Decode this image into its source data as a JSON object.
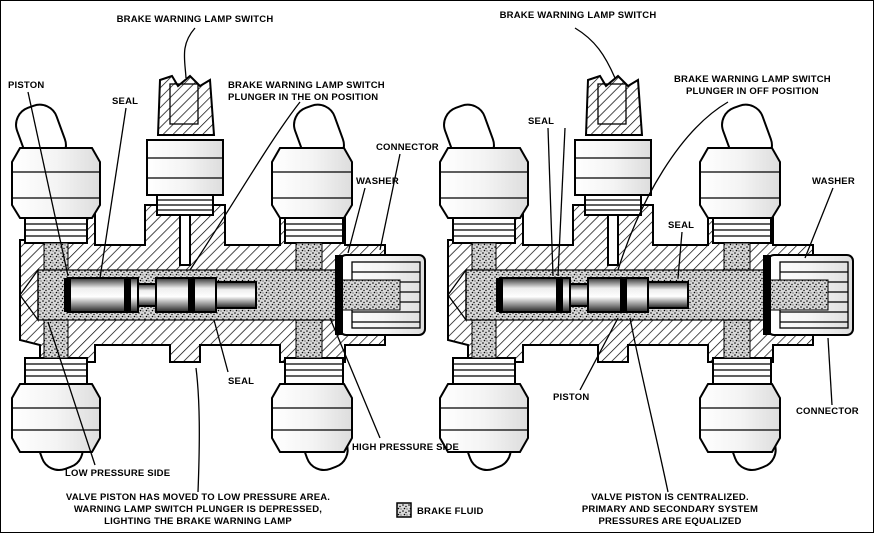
{
  "left_valve": {
    "labels": {
      "lamp_switch": "BRAKE WARNING LAMP SWITCH",
      "piston": "PISTON",
      "seal_top": "SEAL",
      "plunger_1": "BRAKE WARNING LAMP SWITCH",
      "plunger_2": "PLUNGER IN THE ON POSITION",
      "connector": "CONNECTOR",
      "washer": "WASHER",
      "seal_bottom": "SEAL",
      "low_pressure": "LOW PRESSURE SIDE",
      "high_pressure": "HIGH PRESSURE SIDE"
    },
    "caption": [
      "VALVE PISTON HAS MOVED TO LOW PRESSURE AREA.",
      "WARNING LAMP SWITCH PLUNGER IS DEPRESSED,",
      "LIGHTING THE BRAKE WARNING LAMP"
    ]
  },
  "right_valve": {
    "labels": {
      "lamp_switch": "BRAKE WARNING LAMP SWITCH",
      "plunger_1": "BRAKE WARNING LAMP SWITCH",
      "plunger_2": "PLUNGER IN OFF POSITION",
      "seal_top": "SEAL",
      "seal_mid": "SEAL",
      "washer": "WASHER",
      "piston": "PISTON",
      "connector": "CONNECTOR"
    },
    "caption": [
      "VALVE PISTON IS CENTRALIZED.",
      "PRIMARY AND SECONDARY SYSTEM",
      "PRESSURES ARE EQUALIZED"
    ]
  },
  "legend": {
    "label": "BRAKE FLUID"
  }
}
